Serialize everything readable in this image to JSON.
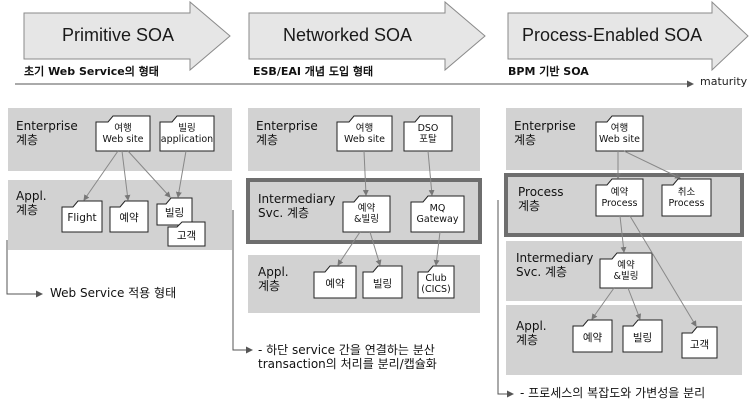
{
  "phases": [
    {
      "title": "Primitive SOA",
      "subtitle": "초기 Web Service의 형태"
    },
    {
      "title": "Networked SOA",
      "subtitle": "ESB/EAI 개념 도입 형태"
    },
    {
      "title": "Process-Enabled SOA",
      "subtitle": "BPM 기반 SOA"
    }
  ],
  "maturity_label": "maturity",
  "col1": {
    "enterprise_label": [
      "Enterprise",
      "계층"
    ],
    "appl_label": [
      "Appl.",
      "계층"
    ],
    "enterprise_boxes": [
      [
        "여행",
        "Web site"
      ],
      [
        "빌링",
        "application"
      ]
    ],
    "appl_boxes": [
      [
        "Flight"
      ],
      [
        "예약"
      ],
      [
        "빌링"
      ],
      [
        "고객"
      ]
    ],
    "note": "Web Service 적용 형태"
  },
  "col2": {
    "enterprise_label": [
      "Enterprise",
      "계층"
    ],
    "intermediary_label": [
      "Intermediary",
      "Svc. 계층"
    ],
    "appl_label": [
      "Appl.",
      "계층"
    ],
    "enterprise_boxes": [
      [
        "여행",
        "Web site"
      ],
      [
        "DSO",
        "포탈"
      ]
    ],
    "intermediary_boxes": [
      [
        "예약",
        "&빌링"
      ],
      [
        "MQ",
        "Gateway"
      ]
    ],
    "appl_boxes": [
      [
        "예약"
      ],
      [
        "빌링"
      ],
      [
        "Club",
        "(CICS)"
      ]
    ],
    "note": [
      "- 하단 service 간을 연결하는 분산",
      "transaction의 처리를 분리/캡슐화"
    ]
  },
  "col3": {
    "enterprise_label": [
      "Enterprise",
      "계층"
    ],
    "process_label": [
      "Process",
      "계층"
    ],
    "intermediary_label": [
      "Intermediary",
      "Svc. 계층"
    ],
    "appl_label": [
      "Appl.",
      "계층"
    ],
    "enterprise_boxes": [
      [
        "여행",
        "Web site"
      ]
    ],
    "process_boxes": [
      [
        "예약",
        "Process"
      ],
      [
        "취소",
        "Process"
      ]
    ],
    "intermediary_boxes": [
      [
        "예약",
        "&빌링"
      ]
    ],
    "appl_boxes": [
      [
        "예약"
      ],
      [
        "빌링"
      ],
      [
        "고객"
      ]
    ],
    "note": "- 프로세스의 복잡도와 가변성을 분리"
  },
  "colors": {
    "arrow_fill": "#e6e6e6",
    "arrow_stroke": "#8a8a8a",
    "layer_fill": "#d2d2d2",
    "layer_frame": "#6e6e6e",
    "box_fill": "#ffffff"
  }
}
